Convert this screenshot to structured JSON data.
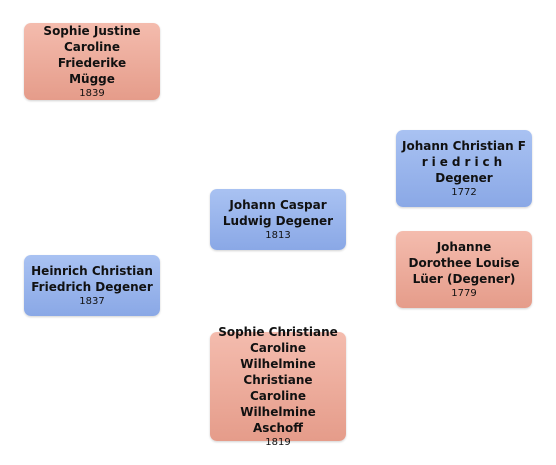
{
  "people": {
    "sophie_justine": {
      "name": "Sophie Justine Caroline Friederike Mügge",
      "year": "1839"
    },
    "heinrich": {
      "name": "Heinrich Christian Friedrich Degener",
      "year": "1837"
    },
    "johann_caspar": {
      "name": "Johann Caspar Ludwig Degener",
      "year": "1813"
    },
    "sophie_christiane": {
      "name": "Sophie Christiane Caroline Wilhelmine Christiane Caroline Wilhelmine Aschoff",
      "year": "1819"
    },
    "johann_christian": {
      "name_line1": "Johann Christian F",
      "name_line2": "riedrich",
      "name_line3": "Degener",
      "year": "1772"
    },
    "johanne_dorothee": {
      "name": "Johanne Dorothee Louise Lüer (Degener)",
      "year": "1779"
    }
  },
  "colors": {
    "female": "#eea997",
    "male": "#98b4ec"
  }
}
